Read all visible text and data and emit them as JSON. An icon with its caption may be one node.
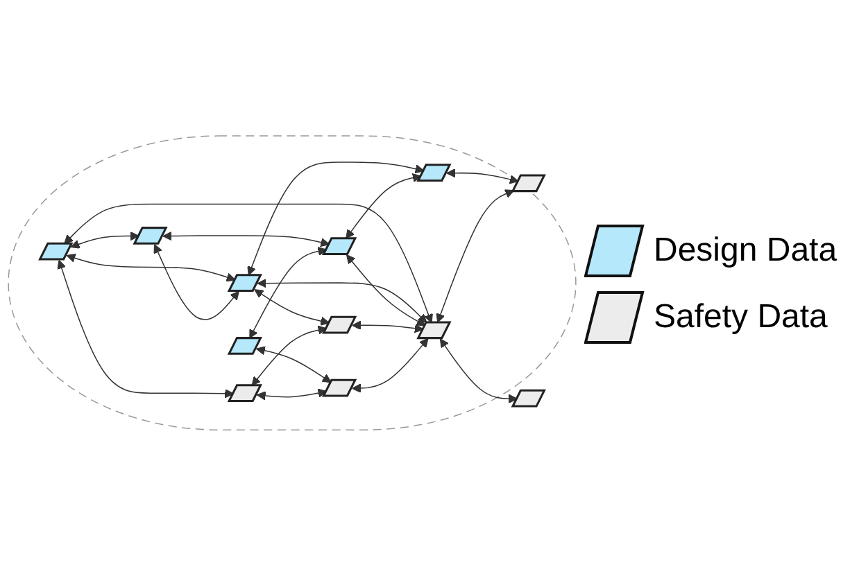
{
  "diagram": {
    "nodes": [
      {
        "text": [],
        "shape": "ellipse"
      },
      {
        "text": [],
        "shape": "parallelogram",
        "in": 0
      },
      {
        "text": [],
        "shape": "parallelogram",
        "in": 0
      },
      {
        "text": [],
        "shape": "parallelogram",
        "in": 0
      },
      {
        "text": [],
        "shape": "parallelogram",
        "in": 0
      },
      {
        "text": [],
        "shape": "parallelogram",
        "in": 0
      },
      {
        "text": [],
        "shape": "parallelogram",
        "in": 0
      },
      {
        "text": [],
        "shape": "parallelogram",
        "in": 0
      },
      {
        "text": [],
        "shape": "parallelogram",
        "in": 0
      },
      {
        "text": [],
        "shape": "parallelogram",
        "in": 0
      },
      {
        "text": [],
        "shape": "parallelogram",
        "in": 0
      },
      {
        "text": [],
        "shape": "parallelogram",
        "in": 0
      },
      {
        "text": [],
        "shape": "parallelogram",
        "in": 0
      }
    ],
    "edges": [
      {
        "from": 2,
        "to": 1,
        "arrow": "both"
      },
      {
        "from": 2,
        "to": 7,
        "arrow": "both"
      },
      {
        "from": 2,
        "to": 5,
        "arrow": "both"
      },
      {
        "from": 2,
        "to": 6,
        "arrow": "both"
      },
      {
        "from": 5,
        "to": 6,
        "arrow": "both"
      },
      {
        "from": 5,
        "to": 9,
        "arrow": "both"
      },
      {
        "from": 8,
        "to": 3,
        "arrow": "both"
      },
      {
        "from": 6,
        "to": 4,
        "arrow": "both"
      },
      {
        "from": 6,
        "to": 7,
        "arrow": "both"
      },
      {
        "from": 6,
        "to": 10,
        "arrow": "both"
      },
      {
        "from": 8,
        "to": 9,
        "arrow": "both"
      },
      {
        "from": 9,
        "to": 7,
        "arrow": "both"
      },
      {
        "from": 9,
        "to": 10,
        "arrow": "both"
      },
      {
        "from": 10,
        "to": 11,
        "arrow": "both"
      },
      {
        "from": 1,
        "to": 3,
        "arrow": "both"
      },
      {
        "from": 1,
        "to": 4,
        "arrow": "both"
      },
      {
        "from": 4,
        "to": 7,
        "arrow": "both"
      },
      {
        "from": 3,
        "to": 7,
        "arrow": "both"
      },
      {
        "from": 7,
        "to": 11,
        "arrow": "both"
      },
      {
        "from": 7,
        "to": 12,
        "arrow": "both"
      }
    ],
    "legend": [
      {
        "text": "Design Data",
        "color": "#b5e8fb"
      },
      {
        "text": "Safety Data",
        "color": "#ececec"
      }
    ]
  }
}
